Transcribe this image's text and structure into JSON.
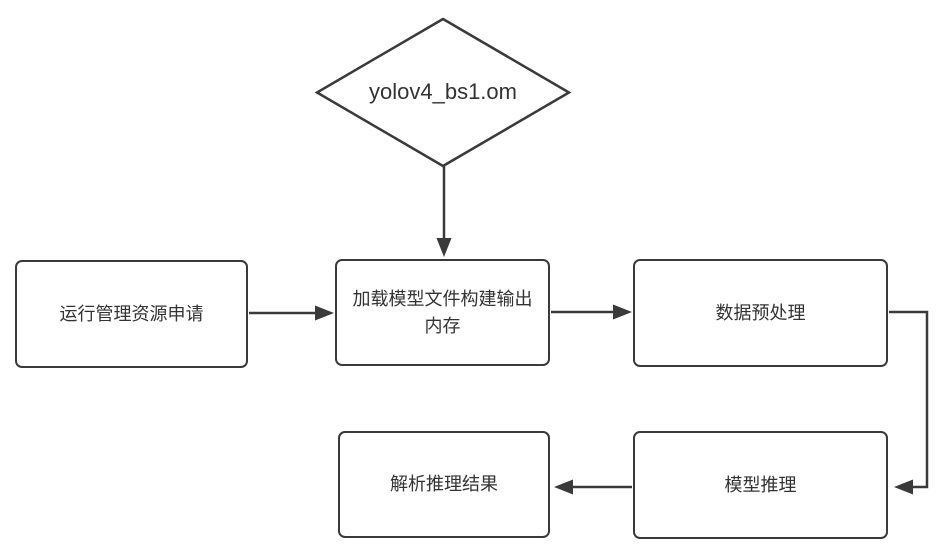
{
  "diagram": {
    "type": "flowchart",
    "colors": {
      "stroke": "#3a3a3a",
      "text": "#333333",
      "background": "#ffffff"
    },
    "nodes": {
      "model_file": {
        "shape": "diamond",
        "label": "yolov4_bs1.om"
      },
      "runtime_resource": {
        "shape": "rect",
        "label": "运行管理资源申请"
      },
      "load_model": {
        "shape": "rect",
        "label": "加载模型文件构建输出\n内存"
      },
      "data_preprocess": {
        "shape": "rect",
        "label": "数据预处理"
      },
      "model_inference": {
        "shape": "rect",
        "label": "模型推理"
      },
      "parse_result": {
        "shape": "rect",
        "label": "解析推理结果"
      }
    },
    "edges": [
      {
        "from": "model_file",
        "to": "load_model",
        "direction": "down"
      },
      {
        "from": "runtime_resource",
        "to": "load_model",
        "direction": "right"
      },
      {
        "from": "load_model",
        "to": "data_preprocess",
        "direction": "right"
      },
      {
        "from": "data_preprocess",
        "to": "model_inference",
        "direction": "right-down-left"
      },
      {
        "from": "model_inference",
        "to": "parse_result",
        "direction": "left"
      }
    ]
  }
}
